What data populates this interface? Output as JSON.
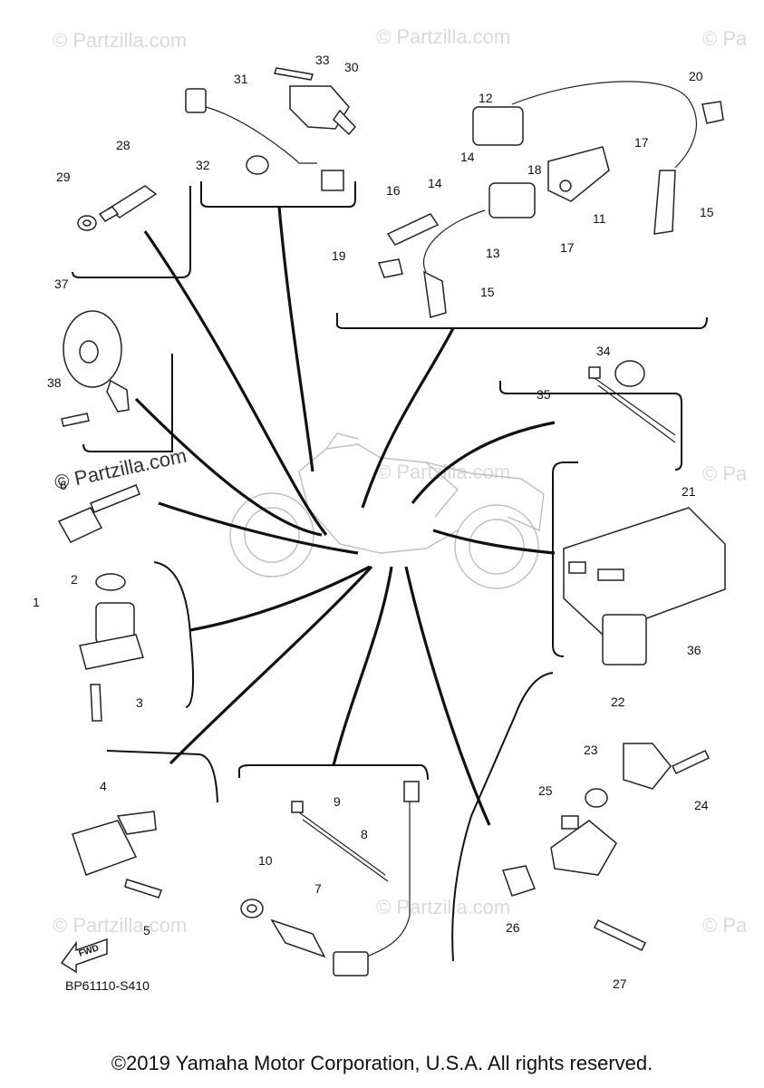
{
  "watermarks": {
    "top_left": "© Partzilla.com",
    "top_center": "© Partzilla.com",
    "top_right": "© Pa",
    "mid_left": "© Partzilla.com",
    "mid_center": "© Partzilla.com",
    "mid_right": "© Pa",
    "low_left": "© Partzilla.com",
    "low_center": "© Partzilla.com",
    "low_right": "© Pa"
  },
  "callouts": {
    "c1": "1",
    "c2": "2",
    "c3": "3",
    "c4": "4",
    "c5": "5",
    "c6": "6",
    "c7": "7",
    "c8": "8",
    "c9": "9",
    "c10": "10",
    "c11": "11",
    "c12": "12",
    "c13": "13",
    "c14a": "14",
    "c14b": "14",
    "c15a": "15",
    "c15b": "15",
    "c16": "16",
    "c17a": "17",
    "c17b": "17",
    "c18": "18",
    "c19": "19",
    "c20": "20",
    "c21": "21",
    "c22": "22",
    "c23": "23",
    "c24": "24",
    "c25": "25",
    "c26": "26",
    "c27": "27",
    "c28": "28",
    "c29": "29",
    "c30": "30",
    "c31": "31",
    "c32": "32",
    "c33": "33",
    "c34": "34",
    "c35": "35",
    "c36": "36",
    "c37": "37",
    "c38": "38"
  },
  "fwd_label": "FWD",
  "diagram_code": "BP61110-S410",
  "copyright": "©2019 Yamaha Motor Corporation, U.S.A. All rights reserved."
}
